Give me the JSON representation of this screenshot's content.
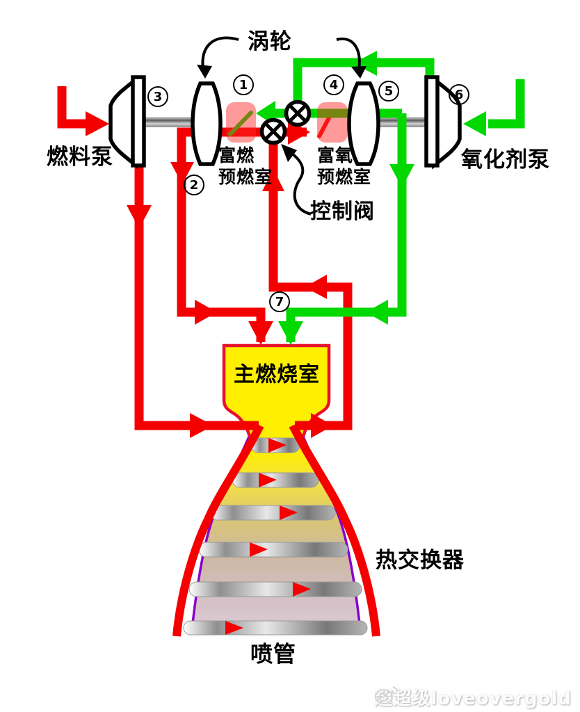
{
  "labels": {
    "turbine": "涡轮",
    "fuel_pump": "燃料泵",
    "oxidizer_pump": "氧化剂泵",
    "fuel_rich_preburner": "富燃\n预燃室",
    "ox_rich_preburner": "富氧\n预燃室",
    "control_valve": "控制阀",
    "main_chamber": "主燃烧室",
    "heat_exchanger": "热交换器",
    "nozzle": "喷管"
  },
  "numbers": [
    "1",
    "2",
    "3",
    "4",
    "5",
    "6",
    "7"
  ],
  "watermark": {
    "icon": "weibo-icon",
    "text": "超超级loveovergold"
  },
  "colors": {
    "fuel_line": "#f40000",
    "oxidizer_line": "#00d800",
    "mixed_line": "#7a8a00",
    "preburner_box": "#ff2828",
    "chamber_fill": "#ffef00",
    "chamber_outline": "#e8112d",
    "nozzle_outline": "#8800cc",
    "shaft": "#808080",
    "machine_outline": "#000000"
  }
}
